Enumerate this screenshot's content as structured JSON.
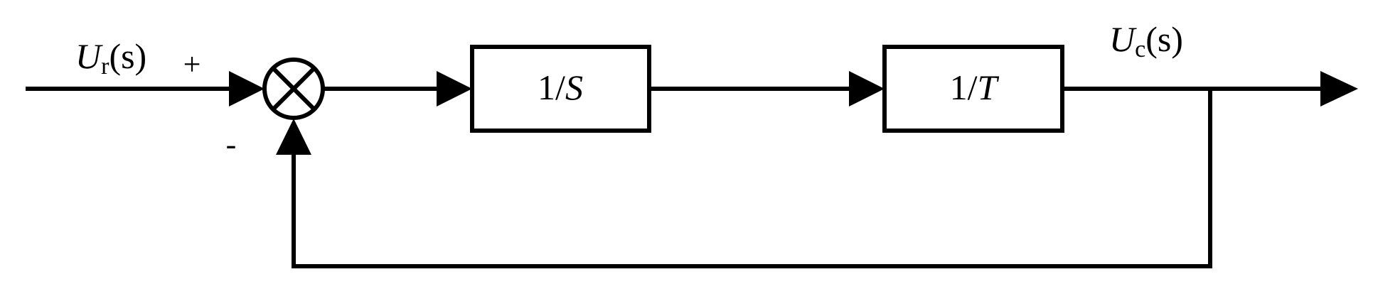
{
  "input": {
    "symbol": "U",
    "subscript": "r",
    "argument": "(s)"
  },
  "output": {
    "symbol": "U",
    "subscript": "c",
    "argument": "(s)"
  },
  "summing_junction": {
    "plus_sign": "+",
    "minus_sign": "-"
  },
  "blocks": [
    {
      "numerator": "1/",
      "variable": "S"
    },
    {
      "numerator": "1/",
      "variable": "T"
    }
  ]
}
